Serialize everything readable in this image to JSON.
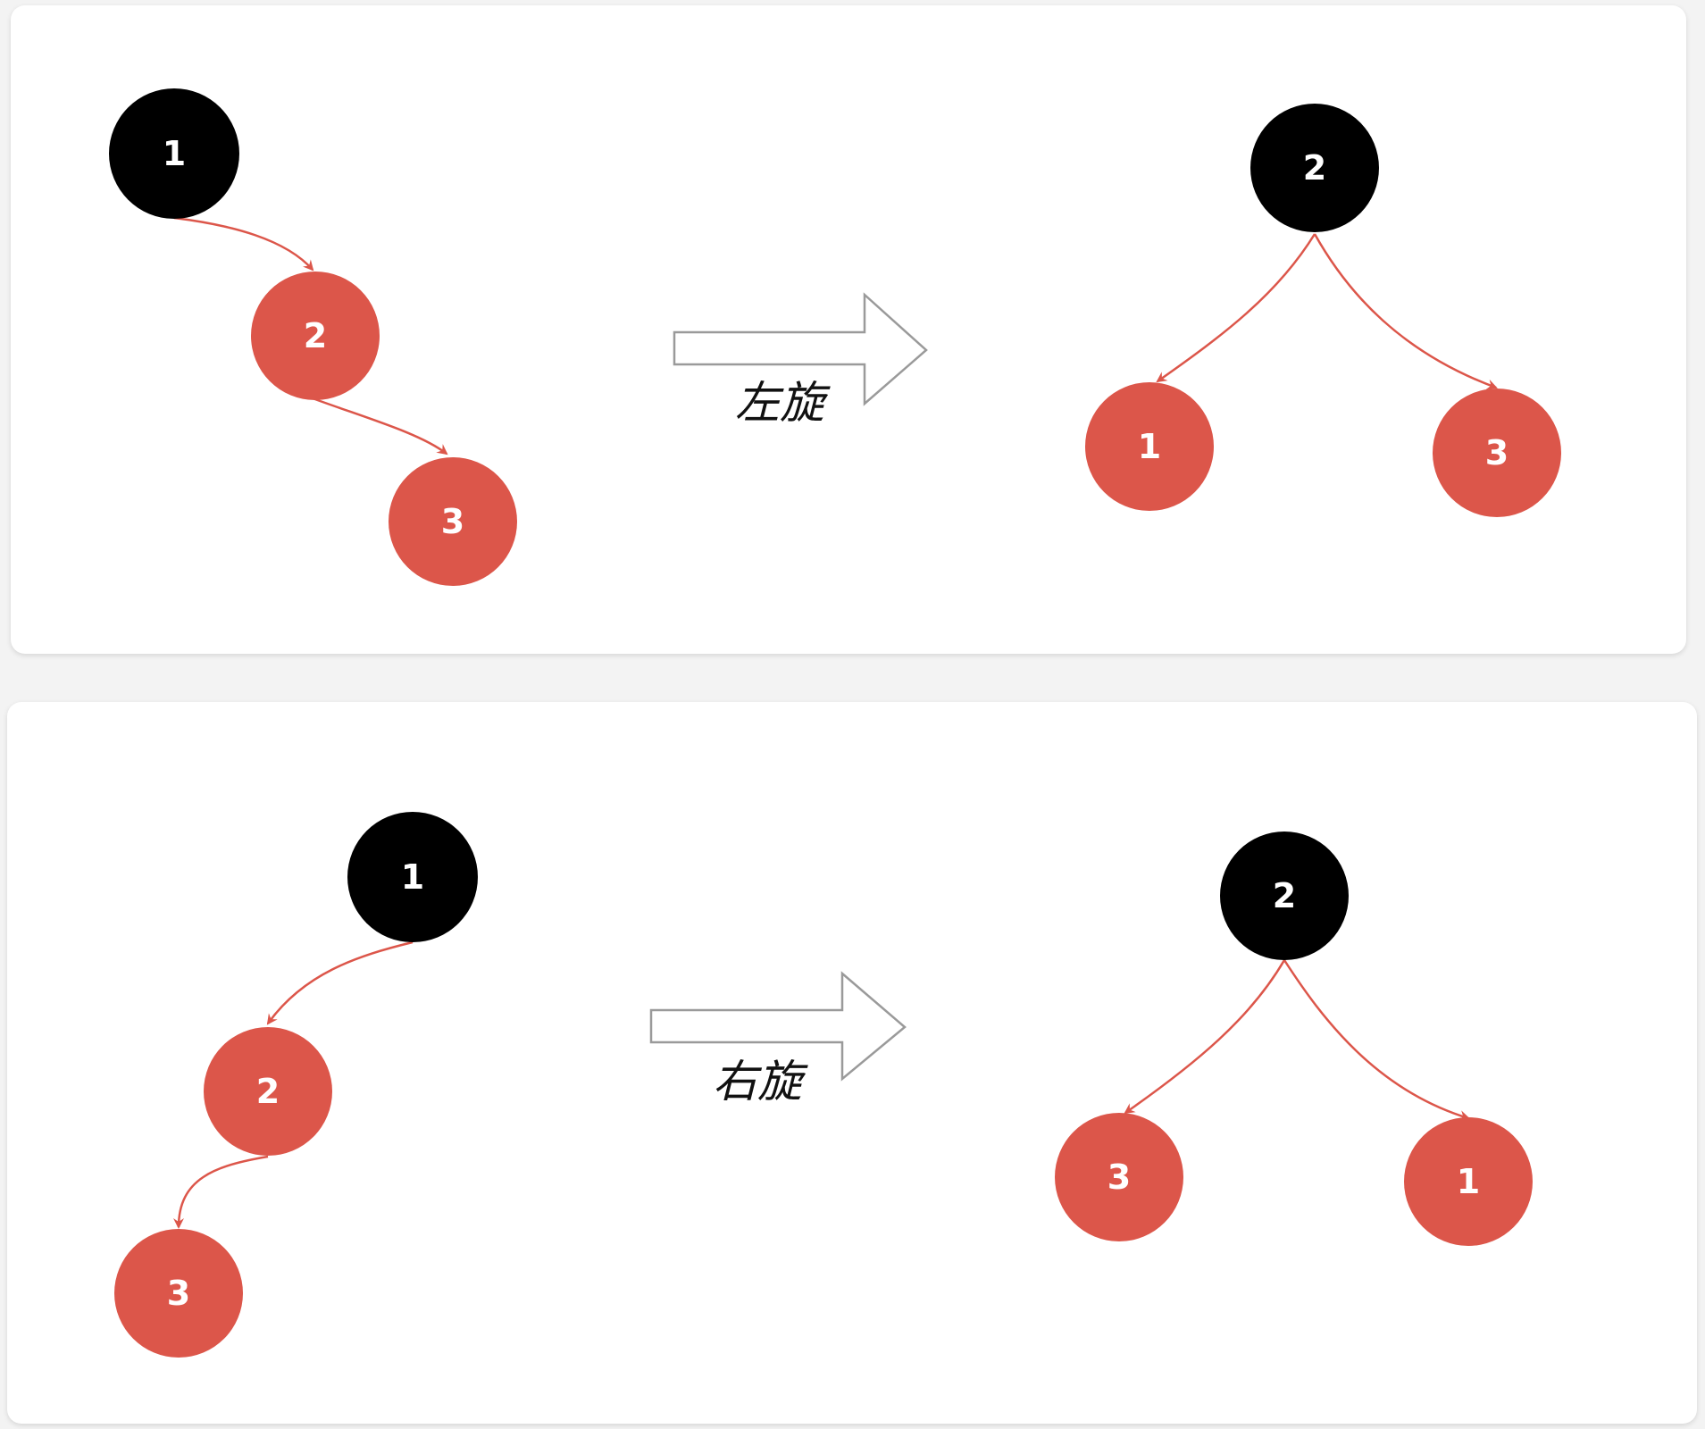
{
  "colors": {
    "black_node": "#000000",
    "red_node": "#dc564a",
    "edge": "#dc564a",
    "node_text": "#ffffff",
    "arrow_outline": "#9a9a9a"
  },
  "left_rotation": {
    "operation_label": "左旋",
    "before": {
      "nodes": [
        {
          "label": "1",
          "color": "black"
        },
        {
          "label": "2",
          "color": "red"
        },
        {
          "label": "3",
          "color": "red"
        }
      ]
    },
    "after": {
      "nodes": [
        {
          "label": "2",
          "color": "black"
        },
        {
          "label": "1",
          "color": "red"
        },
        {
          "label": "3",
          "color": "red"
        }
      ]
    }
  },
  "right_rotation": {
    "operation_label": "右旋",
    "before": {
      "nodes": [
        {
          "label": "1",
          "color": "black"
        },
        {
          "label": "2",
          "color": "red"
        },
        {
          "label": "3",
          "color": "red"
        }
      ]
    },
    "after": {
      "nodes": [
        {
          "label": "2",
          "color": "black"
        },
        {
          "label": "3",
          "color": "red"
        },
        {
          "label": "1",
          "color": "red"
        }
      ]
    }
  }
}
